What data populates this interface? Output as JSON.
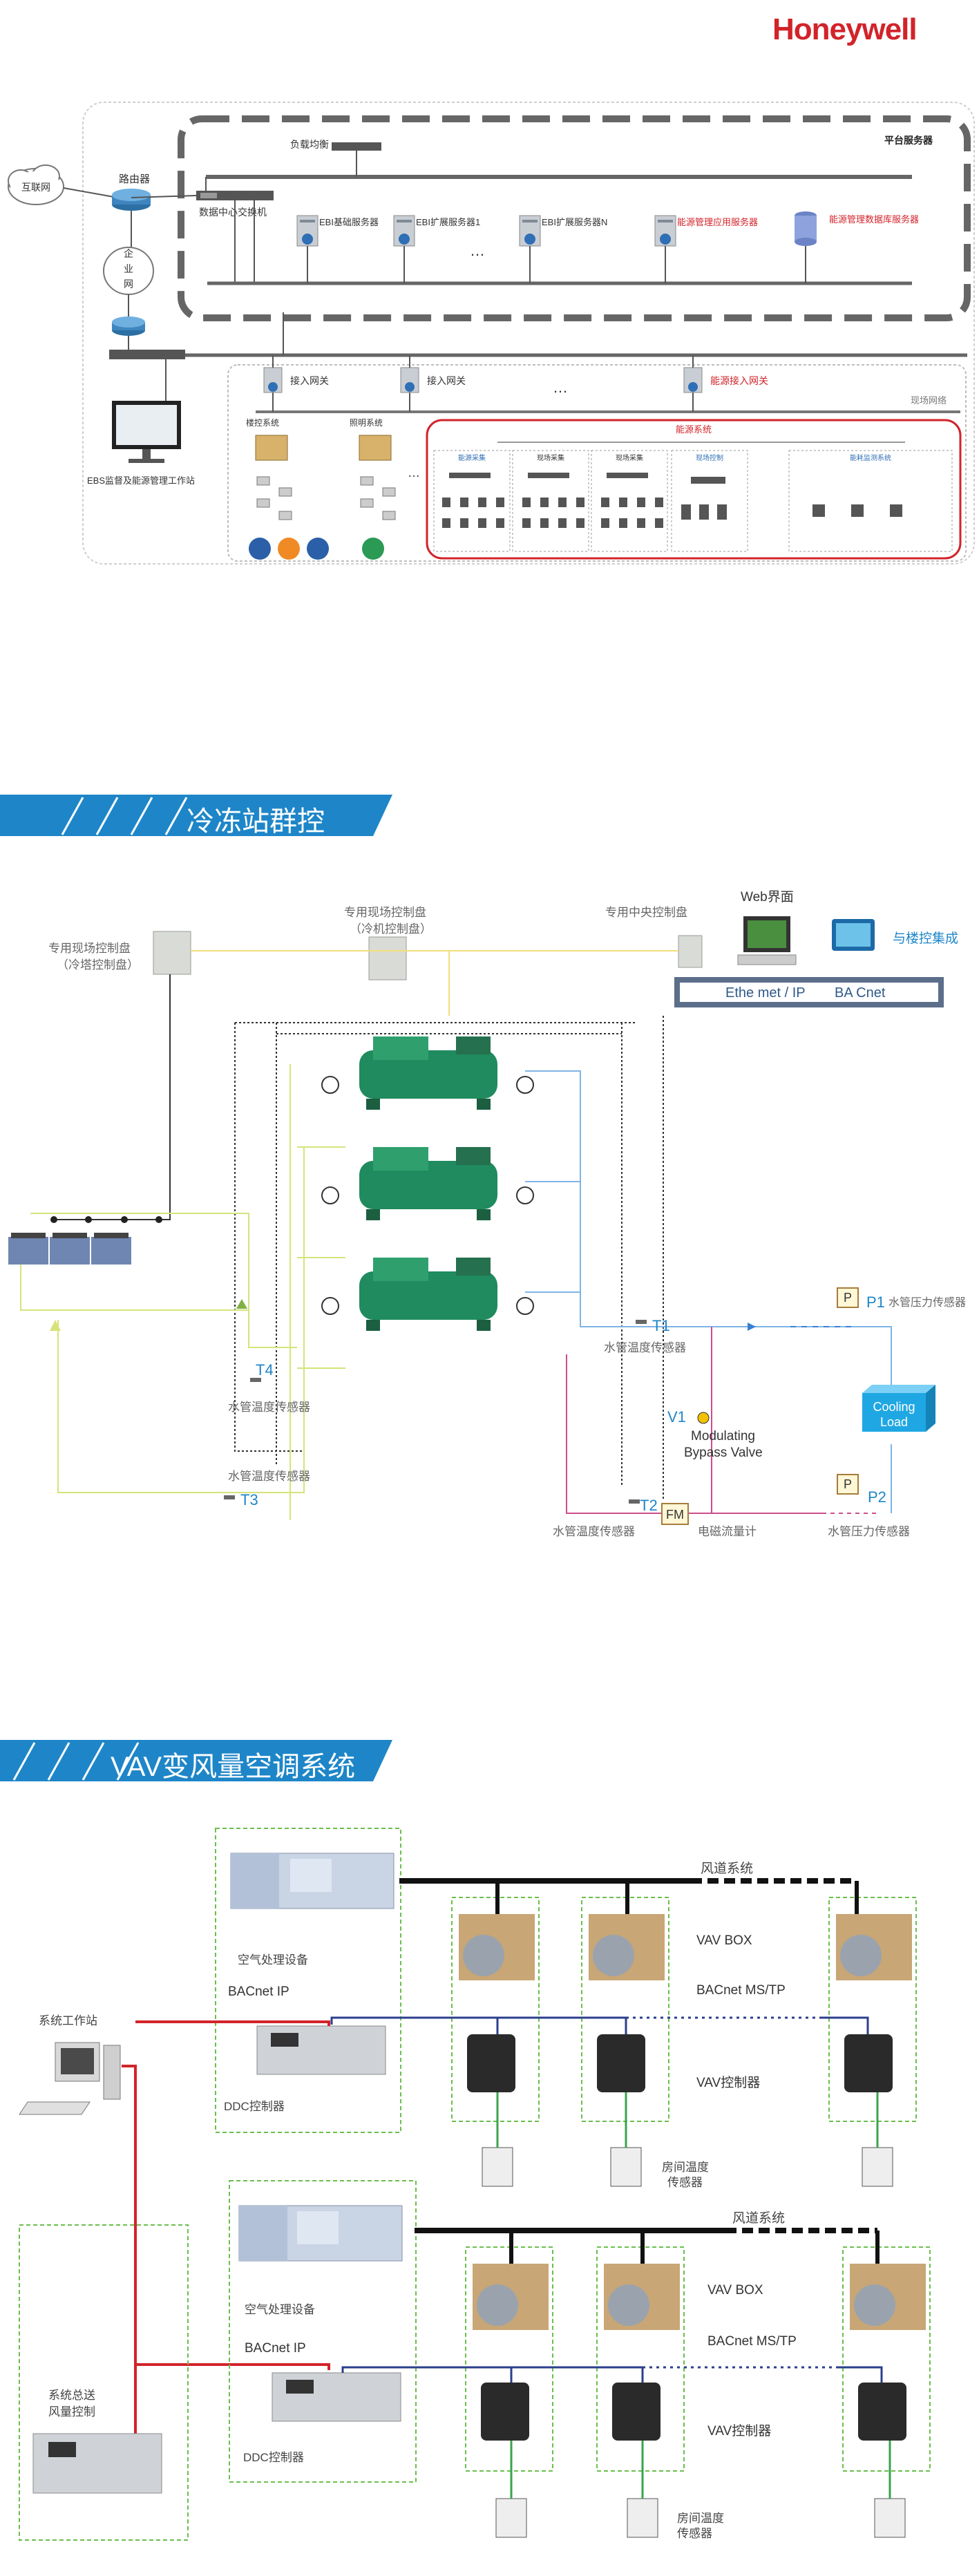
{
  "brand": {
    "logo": "Honeywell",
    "accent": "#d2232a",
    "banner_color": "#1e86c8"
  },
  "net": {
    "internet": "互联网",
    "router": "路由器",
    "load_balancer": "负载均衡",
    "platform_server": "平台服务器",
    "dc_switch": "数据中心交换机",
    "enterprise_net_top": "企",
    "enterprise_net_mid": "业",
    "enterprise_net_bot": "网",
    "servers": [
      "EBI基础服务器",
      "EBI扩展服务器1",
      "EBI扩展服务器N",
      "能源管理应用服务器",
      "能源管理数据库服务器"
    ],
    "ellipsis": "…",
    "gateways": [
      "接入网关",
      "接入网关",
      "能源接入网关"
    ],
    "field_network": "现场网络",
    "sub_systems": [
      "楼控系统",
      "照明系统"
    ],
    "energy_system": "能源系统",
    "energy_groups": [
      "能源采集",
      "现场采集",
      "现场采集",
      "现场控制",
      "能耗监测系统"
    ],
    "workstation": "EBS监督及能源管理工作站"
  },
  "chiller": {
    "title": "冷冻站群控",
    "panel_tower": "专用现场控制盘",
    "panel_tower_sub": "（冷塔控制盘）",
    "panel_chiller": "专用现场控制盘",
    "panel_chiller_sub": "（冷机控制盘）",
    "panel_central": "专用中央控制盘",
    "web": "Web界面",
    "bms": "与楼控集成",
    "ethernet": "Ethe met / IP",
    "bacnet": "BA Cnet",
    "sensor_T1": "T1",
    "sensor_T2": "T2",
    "sensor_T3": "T3",
    "sensor_T4": "T4",
    "temp_sensor": "水管温度传感器",
    "pressure_sensor": "水管压力传感器",
    "P1": "P1",
    "P2": "P2",
    "P": "P",
    "V1": "V1",
    "valve_line1": "Modulating",
    "valve_line2": "Bypass Valve",
    "cooling1": "Cooling",
    "cooling2": "Load",
    "flow_meter": "电磁流量计",
    "FM": "FM"
  },
  "vav": {
    "title": "VAV变风量空调系统",
    "duct": "风道系统",
    "ahu": "空气处理设备",
    "bacnet_ip": "BACnet IP",
    "ddc": "DDC控制器",
    "vav_box": "VAV BOX",
    "bacnet_ms": "BACnet MS/TP",
    "vav_ctrl": "VAV控制器",
    "room_temp1": "房间温度",
    "room_temp2": "传感器",
    "workstation": "系统工作站",
    "total_air1": "系统总送",
    "total_air2": "风量控制"
  }
}
